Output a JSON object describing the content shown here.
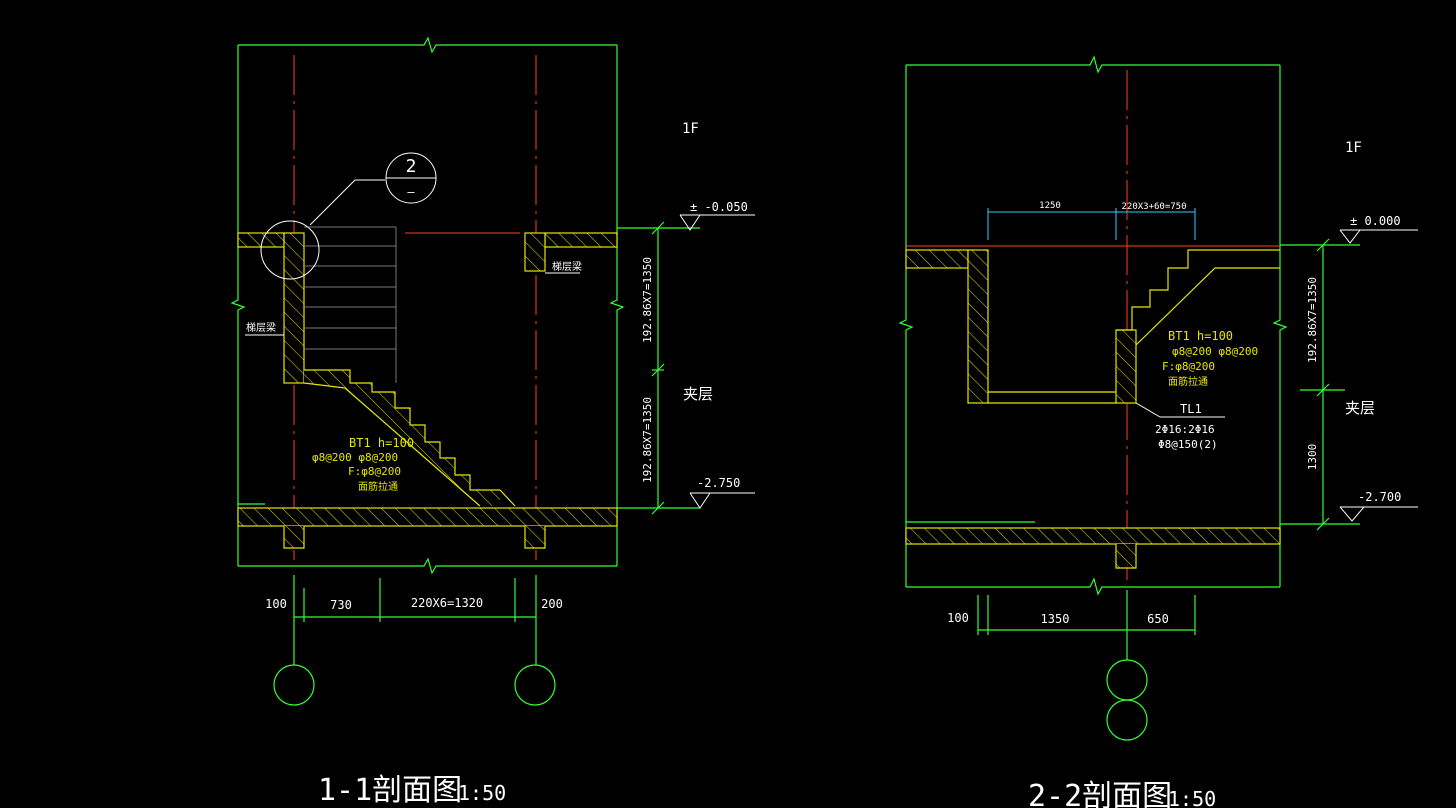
{
  "section1": {
    "title": "1-1剖面图",
    "scale": "1:50",
    "floor_label": "1F",
    "mezz_label": "夹层",
    "elev_top": "± -0.050",
    "elev_bot": "-2.750",
    "dim_upper": "192.86X7=1350",
    "dim_lower": "192.86X7=1350",
    "bottom_dims": [
      "100",
      "730",
      "220X6=1320",
      "200"
    ],
    "detail_no": "2",
    "detail_sheet": "–",
    "beam_label_left": "梯层梁",
    "beam_label_right": "梯层梁",
    "slab_notes": [
      "BT1 h=100",
      "φ8@200 φ8@200",
      "F:φ8@200",
      "面筋拉通"
    ]
  },
  "section2": {
    "title": "2-2剖面图",
    "scale": "1:50",
    "floor_label": "1F",
    "mezz_label": "夹层",
    "elev_top": "± 0.000",
    "elev_bot": "-2.700",
    "dim_upper": "192.86X7=1350",
    "dim_lower": "1300",
    "top_dims": [
      "1250",
      "220X3+60=750"
    ],
    "bottom_dims": [
      "100",
      "1350",
      "650"
    ],
    "slab_notes": [
      "BT1 h=100",
      "φ8@200 φ8@200",
      "F:φ8@200",
      "面筋拉通"
    ],
    "beam_label": "TL1",
    "beam_notes": [
      "2Φ16:2Φ16",
      "Φ8@150(2)"
    ]
  }
}
